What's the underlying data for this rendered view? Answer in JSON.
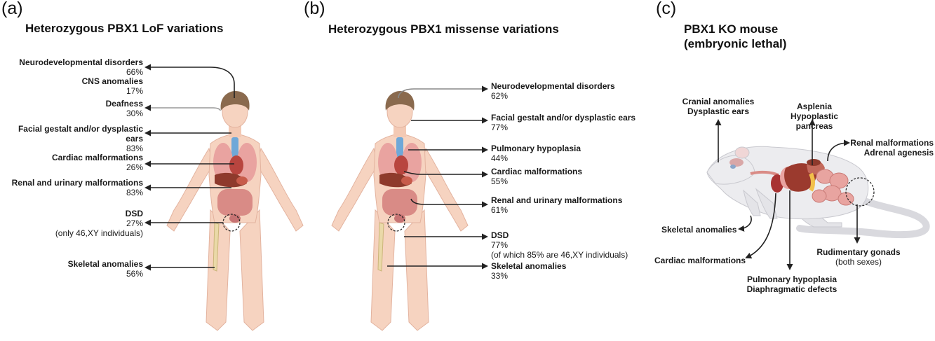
{
  "panels": {
    "a": {
      "letter": "(a)",
      "title": "Heterozygous PBX1 LoF variations",
      "labels": [
        {
          "title": "Neurodevelopmental disorders",
          "pct": "66%"
        },
        {
          "title": "CNS anomalies",
          "pct": "17%"
        },
        {
          "title": "Deafness",
          "pct": "30%"
        },
        {
          "title": "Facial gestalt and/or dysplastic ears",
          "pct": "83%"
        },
        {
          "title": "Cardiac malformations",
          "pct": "26%"
        },
        {
          "title": "Renal and urinary malformations",
          "pct": "83%"
        },
        {
          "title": "DSD",
          "pct": "27%",
          "note": "(only 46,XY individuals)"
        },
        {
          "title": "Skeletal anomalies",
          "pct": "56%"
        }
      ]
    },
    "b": {
      "letter": "(b)",
      "title": "Heterozygous PBX1 missense variations",
      "labels": [
        {
          "title": "Neurodevelopmental disorders",
          "pct": "62%"
        },
        {
          "title": "Facial gestalt and/or dysplastic ears",
          "pct": "77%"
        },
        {
          "title": "Pulmonary hypoplasia",
          "pct": "44%"
        },
        {
          "title": "Cardiac malformations",
          "pct": "55%"
        },
        {
          "title": "Renal and urinary malformations",
          "pct": "61%"
        },
        {
          "title": "DSD",
          "pct": "77%",
          "note": "(of which 85% are 46,XY individuals)"
        },
        {
          "title": "Skeletal anomalies",
          "pct": "33%"
        }
      ]
    },
    "c": {
      "letter": "(c)",
      "title_line1": "PBX1 KO mouse",
      "title_line2": "(embryonic lethal)",
      "labels": {
        "cranial_1": "Cranial anomalies",
        "cranial_2": "Dysplastic ears",
        "asplenia_1": "Asplenia",
        "asplenia_2": "Hypoplastic pancreas",
        "renal_1": "Renal  malformations",
        "renal_2": "Adrenal agenesis",
        "skeletal": "Skeletal anomalies",
        "cardiac": "Cardiac malformations",
        "pulmonary_1": "Pulmonary hypoplasia",
        "pulmonary_2": "Diaphragmatic defects",
        "gonads": "Rudimentary gonads",
        "gonads_note": "(both sexes)"
      }
    }
  },
  "colors": {
    "skin": "#f6d3c0",
    "skin_edge": "#e3b39f",
    "hair": "#8a6a4e",
    "organ_red": "#b8453f",
    "organ_pink": "#e9a3a0",
    "intestine": "#d98b86",
    "bone": "#ead9a8",
    "arrow": "#222222",
    "mouse_body": "#ececef",
    "mouse_edge": "#c9c9cf"
  }
}
